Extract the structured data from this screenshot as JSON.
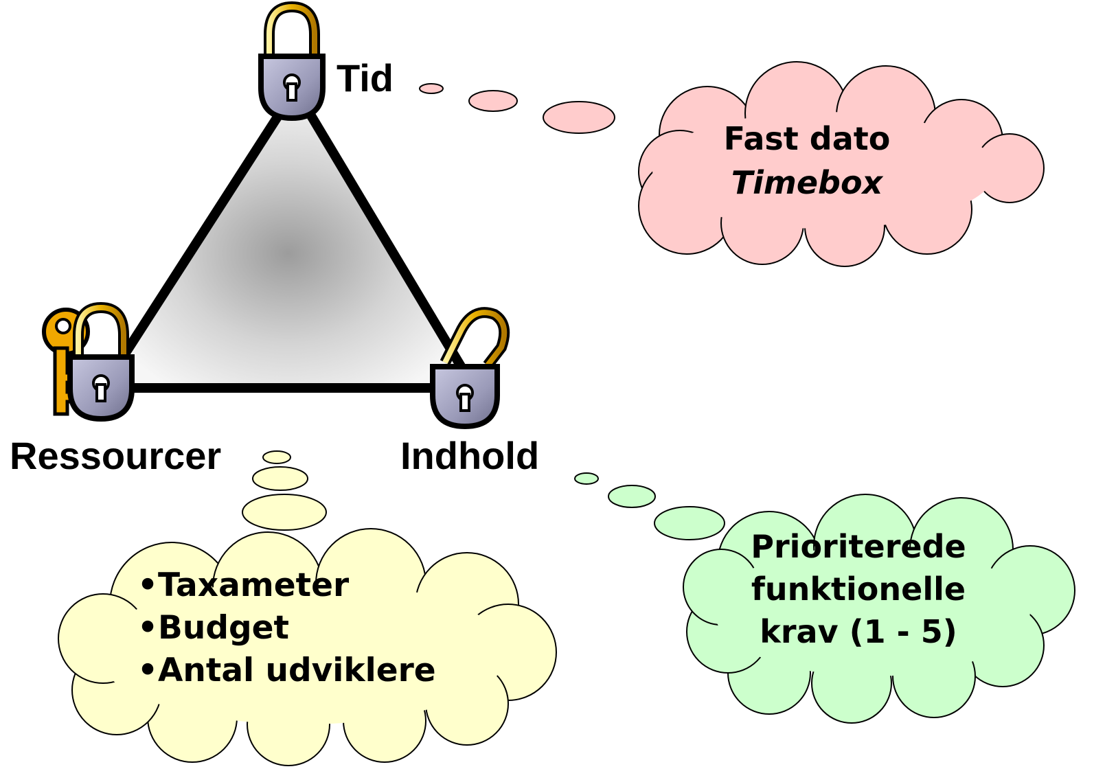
{
  "vertices": {
    "top": {
      "label": "Tid",
      "lock_state": "closed"
    },
    "left": {
      "label": "Ressourcer",
      "lock_state": "closed-with-key"
    },
    "right": {
      "label": "Indhold",
      "lock_state": "open"
    }
  },
  "clouds": {
    "time": {
      "lines": [
        "Fast dato",
        "Timebox"
      ],
      "fill": "#ffcccc"
    },
    "resources": {
      "lines": [
        "•Taxameter",
        "•Budget",
        "•Antal udviklere"
      ],
      "fill": "#ffffcc"
    },
    "content": {
      "lines": [
        "Prioriterede",
        "funktionelle",
        "krav (1 - 5)"
      ],
      "fill": "#ccffcc"
    }
  },
  "colors": {
    "outline": "#000000",
    "lock_body": "#9a9ab8",
    "shackle": "#e8b000",
    "key": "#f0a800"
  },
  "icons": [
    "padlock-icon",
    "key-icon"
  ]
}
